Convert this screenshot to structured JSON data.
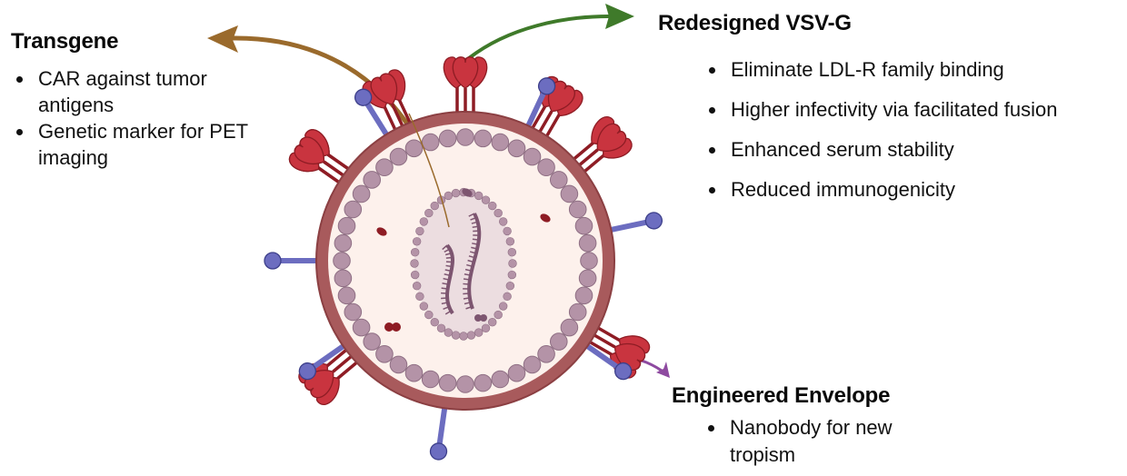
{
  "colors": {
    "transgene_arrow": "#9a6a2c",
    "vsvg_arrow": "#3f7a2a",
    "envelope_arrow": "#8e4aa0",
    "membrane": "#a85a5c",
    "membrane_dark": "#8b3f42",
    "interior": "#fdf1ec",
    "capsomere": "#b493a7",
    "capsomere_stroke": "#8f6f84",
    "core_fill": "#ecdde0",
    "rna": "#7d5570",
    "glycoprotein": "#c9343f",
    "glycoprotein_dark": "#8e1c24",
    "nanobody": "#6c6dc0",
    "nanobody_dark": "#3d3f8a",
    "text": "#111111"
  },
  "sections": {
    "transgene": {
      "title": "Transgene",
      "items": [
        "CAR against tumor antigens",
        "Genetic marker for PET imaging"
      ]
    },
    "vsvg": {
      "title": "Redesigned VSV-G",
      "items": [
        "Eliminate LDL-R family binding",
        "Higher infectivity via facilitated fusion",
        "Enhanced serum stability",
        "Reduced immunogenicity"
      ]
    },
    "envelope": {
      "title": "Engineered Envelope",
      "items": [
        "Nanobody for new tropism"
      ]
    }
  },
  "virion": {
    "glycoprotein_angles_deg": [
      -90,
      -40,
      30,
      140,
      215,
      245,
      300,
      -145
    ],
    "nanobody_angles_deg": [
      -65,
      -122,
      -12,
      180,
      145,
      98,
      35
    ]
  }
}
